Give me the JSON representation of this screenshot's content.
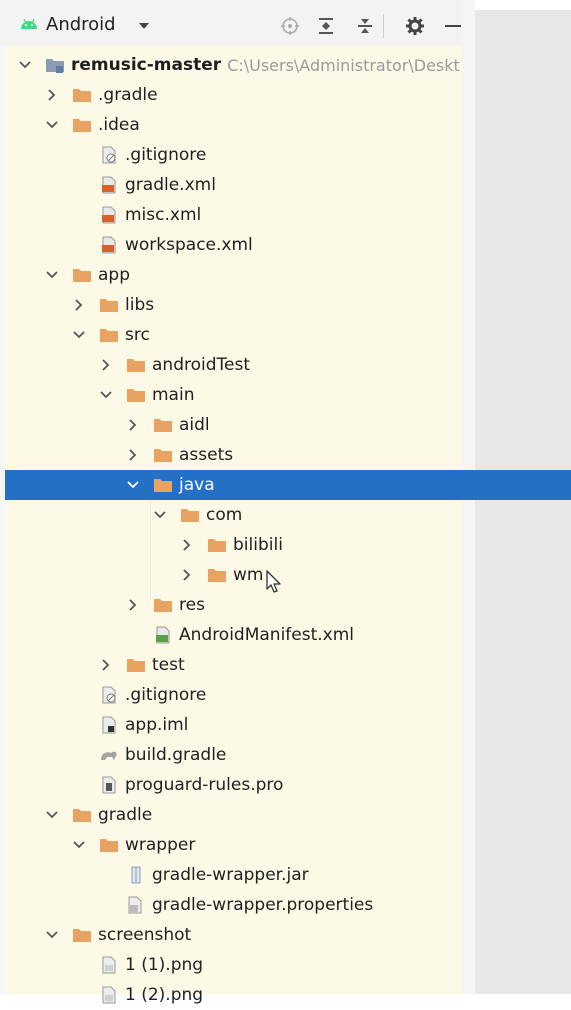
{
  "toolbar": {
    "view_title": "Android",
    "icons": [
      "android-icon",
      "dropdown-caret-icon",
      "locate-icon",
      "expand-all-icon",
      "collapse-all-icon",
      "gear-icon",
      "hide-icon"
    ]
  },
  "colors": {
    "folder": "#e8a261",
    "module": "#5f7ea6",
    "selection": "#2470c6",
    "tree_background": "#fdf9e7",
    "path_hint": "#9a9a9a"
  },
  "tree": [
    {
      "label": "remusic-master",
      "path": "C:\\Users\\Administrator\\Deskt",
      "icon": "module-folder-icon",
      "expanded": true
    },
    {
      "label": ".gradle",
      "icon": "folder-icon",
      "expanded": false
    },
    {
      "label": ".idea",
      "icon": "folder-icon",
      "expanded": true
    },
    {
      "label": ".gitignore",
      "icon": "ignore-file-icon"
    },
    {
      "label": "gradle.xml",
      "icon": "xml-file-icon"
    },
    {
      "label": "misc.xml",
      "icon": "xml-file-icon"
    },
    {
      "label": "workspace.xml",
      "icon": "xml-file-icon"
    },
    {
      "label": "app",
      "icon": "folder-icon",
      "expanded": true
    },
    {
      "label": "libs",
      "icon": "folder-icon",
      "expanded": false
    },
    {
      "label": "src",
      "icon": "folder-icon",
      "expanded": true
    },
    {
      "label": "androidTest",
      "icon": "folder-icon",
      "expanded": false
    },
    {
      "label": "main",
      "icon": "folder-icon",
      "expanded": true
    },
    {
      "label": "aidl",
      "icon": "folder-icon",
      "expanded": false
    },
    {
      "label": "assets",
      "icon": "folder-icon",
      "expanded": false
    },
    {
      "label": "java",
      "icon": "folder-icon",
      "expanded": true,
      "selected": true
    },
    {
      "label": "com",
      "icon": "folder-icon",
      "expanded": true
    },
    {
      "label": "bilibili",
      "icon": "folder-icon",
      "expanded": false
    },
    {
      "label": "wm",
      "icon": "folder-icon",
      "expanded": false
    },
    {
      "label": "res",
      "icon": "folder-icon",
      "expanded": false
    },
    {
      "label": "AndroidManifest.xml",
      "icon": "manifest-file-icon"
    },
    {
      "label": "test",
      "icon": "folder-icon",
      "expanded": false
    },
    {
      "label": ".gitignore",
      "icon": "ignore-file-icon"
    },
    {
      "label": "app.iml",
      "icon": "iml-file-icon"
    },
    {
      "label": "build.gradle",
      "icon": "gradle-file-icon"
    },
    {
      "label": "proguard-rules.pro",
      "icon": "text-file-icon"
    },
    {
      "label": "gradle",
      "icon": "folder-icon",
      "expanded": true
    },
    {
      "label": "wrapper",
      "icon": "folder-icon",
      "expanded": true
    },
    {
      "label": "gradle-wrapper.jar",
      "icon": "jar-file-icon"
    },
    {
      "label": "gradle-wrapper.properties",
      "icon": "properties-file-icon"
    },
    {
      "label": "screenshot",
      "icon": "folder-icon",
      "expanded": true
    },
    {
      "label": "1 (1).png",
      "icon": "image-file-icon"
    },
    {
      "label": "1 (2).png",
      "icon": "image-file-icon"
    }
  ]
}
